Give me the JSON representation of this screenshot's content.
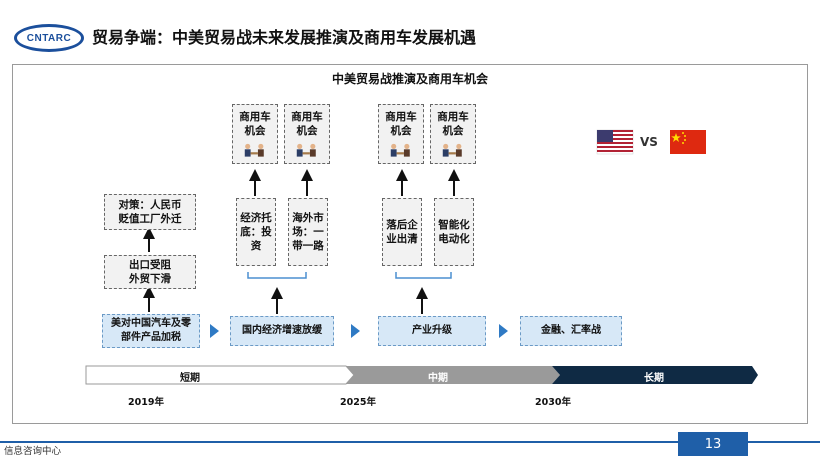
{
  "header": {
    "logo_text": "CNTARC",
    "title": "贸易争端：中美贸易战未来发展推演及商用车发展机遇"
  },
  "diagram": {
    "title": "中美贸易战推演及商用车机会",
    "short_term": {
      "policy": "对策：人民币贬值工厂外迁",
      "export": "出口受阻外贸下滑",
      "tariff": "美对中国汽车及零部件产品加税"
    },
    "mid_term": {
      "opportunities": [
        "商用车\n机会",
        "商用车\n机会"
      ],
      "drivers": [
        "经济托底：投资",
        "海外市场：一带一路"
      ],
      "stage": "国内经济增速放缓"
    },
    "long_term": {
      "opportunities": [
        "商用车\n机会",
        "商用车\n机会"
      ],
      "drivers": [
        "落后企业出清",
        "智能化电动化"
      ],
      "stage": "产业升级"
    },
    "final_stage": "金融、汇率战",
    "vs": "VS",
    "timeline": {
      "phases": [
        "短期",
        "中期",
        "长期"
      ],
      "years": [
        "2019年",
        "2025年",
        "2030年"
      ]
    }
  },
  "colors": {
    "brand_blue": "#1f5fa8",
    "stage_fill": "#d7e8f7",
    "timeline_dark": "#0f2a44",
    "timeline_mid": "#9a9a9a"
  },
  "footer": {
    "source": "信息咨询中心",
    "page": "13"
  }
}
